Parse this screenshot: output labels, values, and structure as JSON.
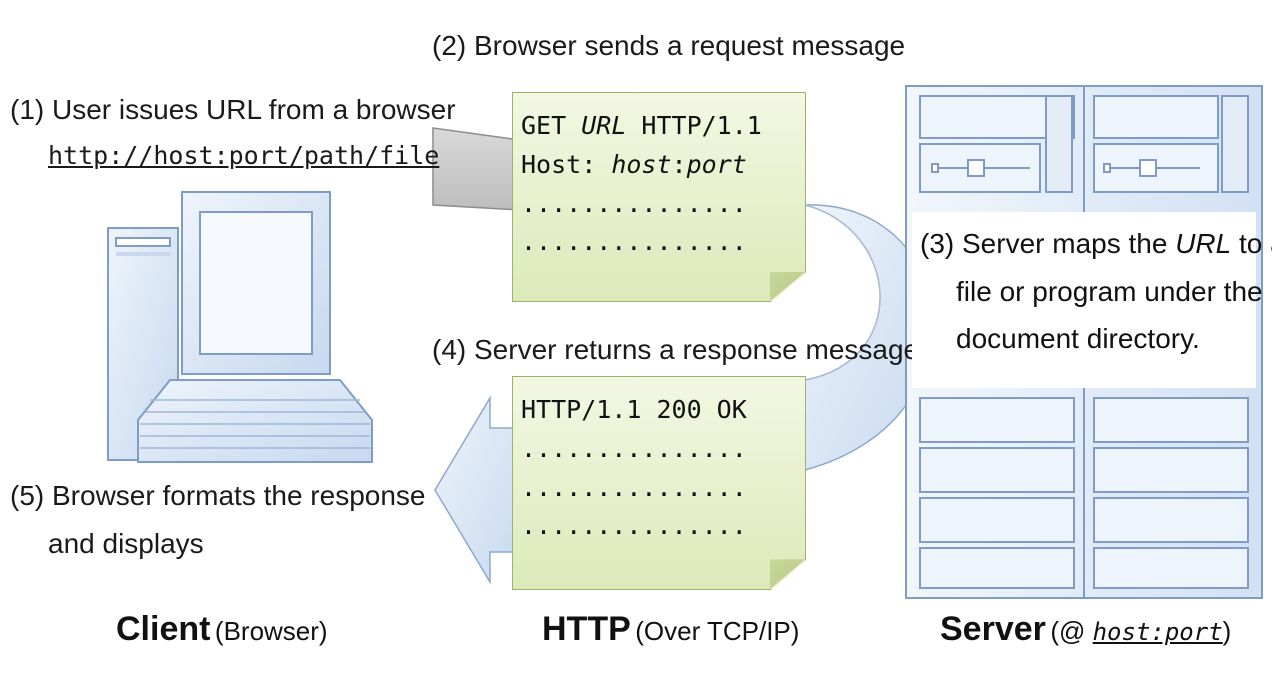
{
  "client": {
    "step1_line1": "(1) User issues URL from a browser",
    "step1_url": "http://host:port/path/file",
    "step5_line1": "(5) Browser formats the response",
    "step5_line2": "and displays",
    "label": "Client",
    "label_sub": "(Browser)"
  },
  "http": {
    "step2": "(2) Browser sends a request message",
    "request": {
      "line1_pre": "GET ",
      "line1_var": "URL",
      "line1_post": " HTTP/1.1",
      "line2_pre": "Host: ",
      "line2_var": "host",
      "line2_mid": ":",
      "line2_var2": "port",
      "dots1": "...............",
      "dots2": "..............."
    },
    "step4": "(4) Server returns a response message",
    "response": {
      "line1": "HTTP/1.1 200 OK",
      "dots1": "...............",
      "dots2": "...............",
      "dots3": "..............."
    },
    "label": "HTTP",
    "label_sub": "(Over TCP/IP)"
  },
  "server": {
    "step3_pre": "(3) Server maps the ",
    "step3_var": "URL",
    "step3_post": " to a",
    "step3_line2": "file or program under the",
    "step3_line3": "document directory.",
    "label": "Server",
    "label_sub_pre": "(@ ",
    "label_sub_host": "host:port",
    "label_sub_post": ")"
  },
  "colors": {
    "arrow_gray": "#c8c8c8",
    "arrow_blue": "#c5d8ee",
    "note_green": "#dde9b9",
    "device_blue": "#dbe7f5",
    "device_stroke": "#7f9cc9"
  }
}
